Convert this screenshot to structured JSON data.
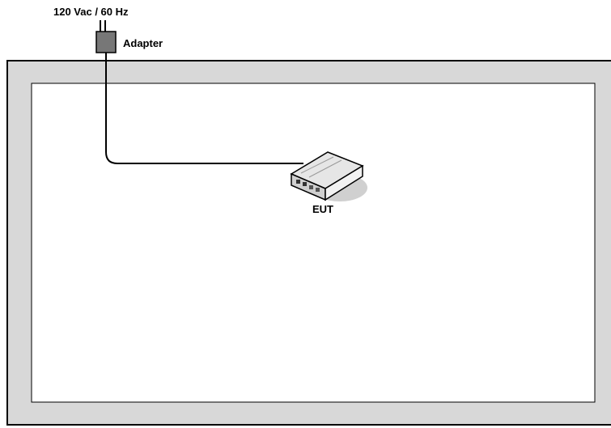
{
  "labels": {
    "power_source": "120 Vac / 60 Hz",
    "adapter": "Adapter",
    "eut": "EUT"
  },
  "colors": {
    "table_outer": "#d8d8d8",
    "table_inner": "#ffffff",
    "adapter_fill": "#777777",
    "device_body": "#e6e6e6",
    "device_shadow": "#d0d0d0",
    "cable": "#000000"
  }
}
